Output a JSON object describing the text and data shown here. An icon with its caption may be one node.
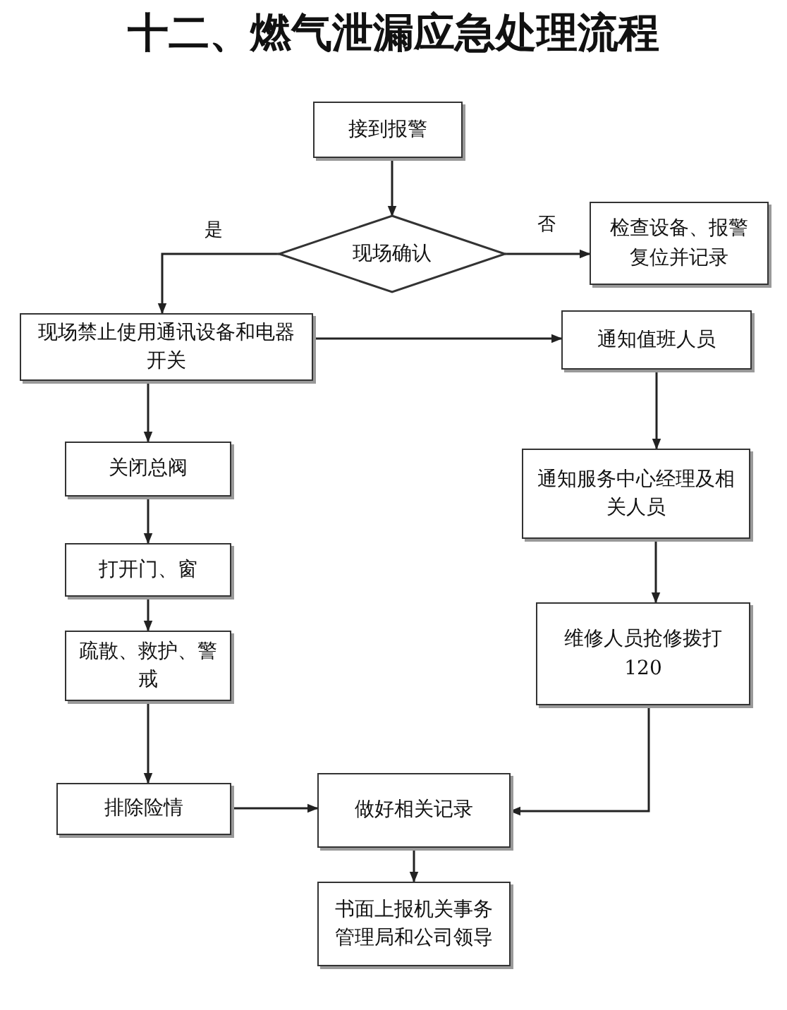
{
  "diagram": {
    "title": "十二、燃气泄漏应急处理流程",
    "nodes": [
      {
        "text": [
          "接到报警"
        ]
      },
      {
        "text": [
          "现场确认"
        ]
      },
      {
        "text": [
          "检查设备、报警复位并记录"
        ]
      },
      {
        "text": [
          "现场禁止使用通讯设备和电器开关"
        ]
      },
      {
        "text": [
          "通知值班人员"
        ]
      },
      {
        "text": [
          "关闭总阀"
        ]
      },
      {
        "text": [
          "通知服务中心经理及相关人员"
        ]
      },
      {
        "text": [
          "打开门、窗"
        ]
      },
      {
        "text": [
          "疏散、救护、警戒"
        ]
      },
      {
        "text": [
          "维修人员抢修拨打120"
        ]
      },
      {
        "text": [
          "排除险情"
        ]
      },
      {
        "text": [
          "做好相关记录"
        ]
      },
      {
        "text": [
          "书面上报机关事务管理局和公司领导"
        ]
      }
    ],
    "edges": [
      {
        "from": 0,
        "to": 1,
        "arrow": "to"
      },
      {
        "from": 1,
        "to": 2,
        "arrow": "to",
        "label": "否"
      },
      {
        "from": 1,
        "to": 3,
        "arrow": "to",
        "label": "是"
      },
      {
        "from": 3,
        "to": 4,
        "arrow": "to"
      },
      {
        "from": 3,
        "to": 5,
        "arrow": "to"
      },
      {
        "from": 4,
        "to": 6,
        "arrow": "to"
      },
      {
        "from": 5,
        "to": 7,
        "arrow": "to"
      },
      {
        "from": 7,
        "to": 8,
        "arrow": "to"
      },
      {
        "from": 8,
        "to": 10,
        "arrow": "to"
      },
      {
        "from": 6,
        "to": 9,
        "arrow": "to"
      },
      {
        "from": 10,
        "to": 11,
        "arrow": "to"
      },
      {
        "from": 9,
        "to": 11,
        "arrow": "to"
      },
      {
        "from": 11,
        "to": 12,
        "arrow": "to"
      }
    ]
  }
}
